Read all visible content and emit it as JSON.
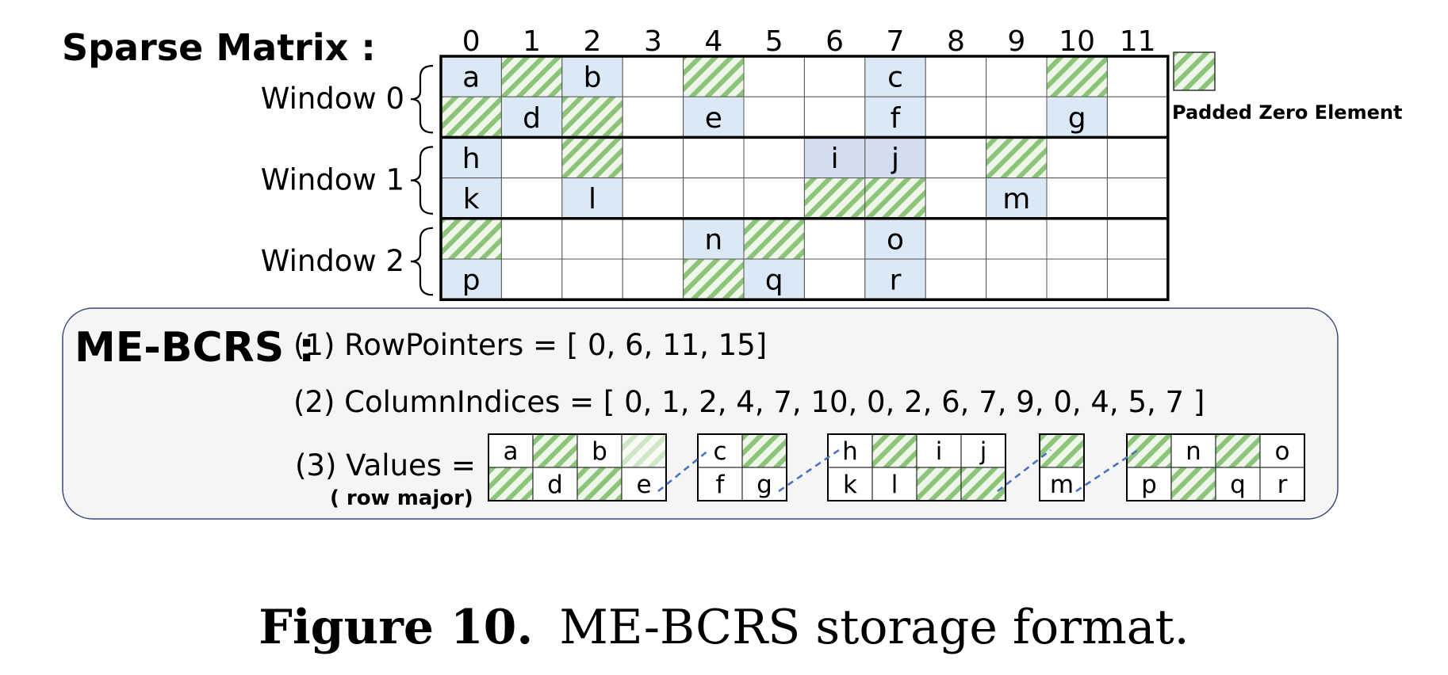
{
  "sparse_matrix": {
    "title": "Sparse Matrix :",
    "column_headers": [
      "0",
      "1",
      "2",
      "3",
      "4",
      "5",
      "6",
      "7",
      "8",
      "9",
      "10",
      "11"
    ],
    "windows": [
      {
        "label": "Window 0"
      },
      {
        "label": "Window 1"
      },
      {
        "label": "Window 2"
      }
    ],
    "rows": [
      [
        "a",
        "pad",
        "b",
        "",
        "pad",
        "",
        "",
        "c",
        "",
        "",
        "pad",
        ""
      ],
      [
        "pad",
        "d",
        "pad",
        "",
        "e",
        "",
        "",
        "f",
        "",
        "",
        "g",
        ""
      ],
      [
        "h",
        "",
        "pad",
        "",
        "",
        "",
        "i",
        "j",
        "",
        "pad",
        "",
        ""
      ],
      [
        "k",
        "",
        "l",
        "",
        "",
        "",
        "pad",
        "pad",
        "",
        "m",
        "",
        ""
      ],
      [
        "pad",
        "",
        "",
        "",
        "n",
        "pad",
        "",
        "o",
        "",
        "",
        "",
        ""
      ],
      [
        "p",
        "",
        "",
        "",
        "pad",
        "q",
        "",
        "r",
        "",
        "",
        "",
        ""
      ]
    ]
  },
  "legend": {
    "label": "Padded Zero Element"
  },
  "me_bcrs": {
    "title": "ME-BCRS :",
    "row_pointers": "(1) RowPointers = [ 0, 6, 11, 15]",
    "column_indices": "(2) ColumnIndices = [ 0, 1, 2, 4, 7, 10, 0, 2, 6, 7, 9, 0, 4, 5, 7 ]",
    "values_label": "(3) Values =",
    "values_sublabel": "( row major)",
    "value_blocks": [
      {
        "top": [
          "a",
          "pad",
          "b",
          "pad-faded"
        ],
        "bottom": [
          "pad",
          "d",
          "pad",
          "e"
        ]
      },
      {
        "top": [
          "c",
          "pad"
        ],
        "bottom": [
          "f",
          "g"
        ]
      },
      {
        "top": [
          "h",
          "pad",
          "i",
          "j"
        ],
        "bottom": [
          "k",
          "l",
          "pad",
          "pad"
        ]
      },
      {
        "top": [
          "pad"
        ],
        "bottom": [
          "m"
        ]
      },
      {
        "top": [
          "pad",
          "n",
          "pad",
          "o"
        ],
        "bottom": [
          "p",
          "pad",
          "q",
          "r"
        ]
      }
    ]
  },
  "caption": {
    "figure_number": "Figure 10.",
    "text": "ME-BCRS storage format."
  },
  "colors": {
    "nonzero_fill": "#dbe8f5",
    "nonzero_fill_alt": "#d2ddf0",
    "pad_stripe": "#8cc47a",
    "pad_bg": "#eef7e9",
    "panel_fill": "#f5f5f5",
    "panel_stroke": "#3a4a7a",
    "connector": "#4a72c0"
  }
}
